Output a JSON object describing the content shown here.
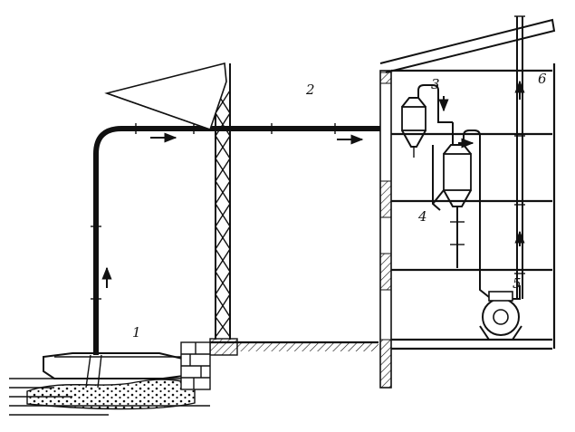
{
  "diagram": {
    "labels": [
      {
        "id": "1",
        "text": "1"
      },
      {
        "id": "2",
        "text": "2"
      },
      {
        "id": "3",
        "text": "3"
      },
      {
        "id": "4",
        "text": "4"
      },
      {
        "id": "5",
        "text": "5"
      },
      {
        "id": "6",
        "text": "6"
      }
    ]
  }
}
